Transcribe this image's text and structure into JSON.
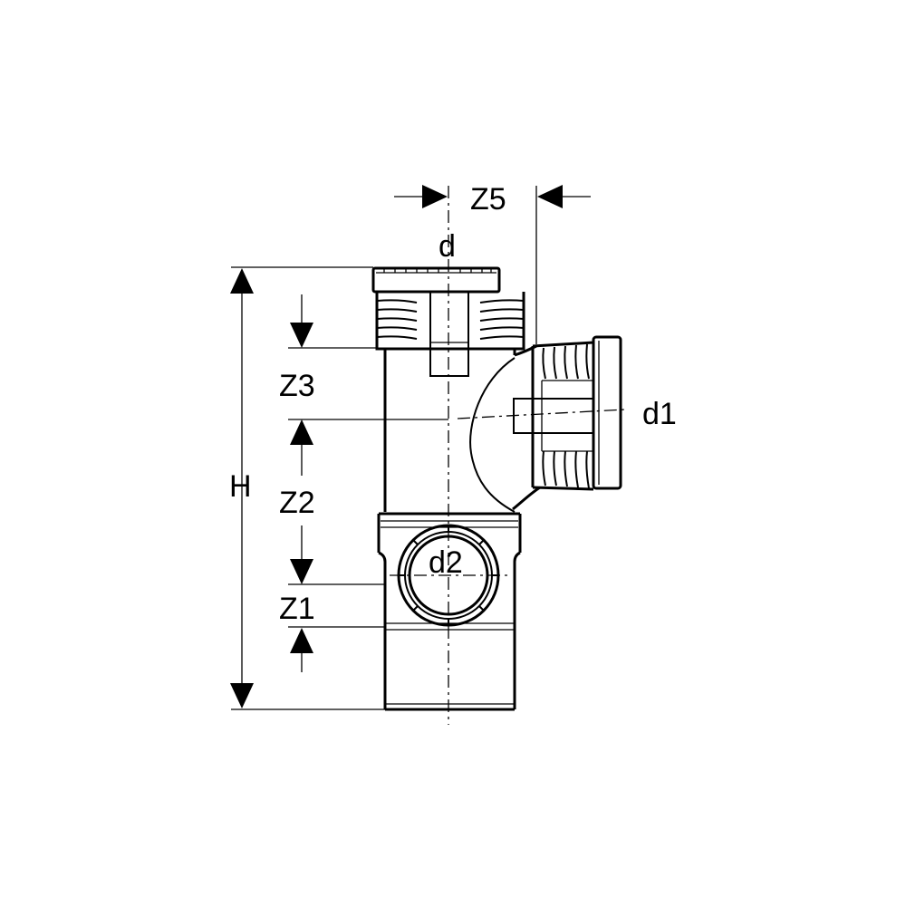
{
  "labels": {
    "z5": "Z5",
    "d": "d",
    "d1": "d1",
    "d2": "d2",
    "h": "H",
    "z3": "Z3",
    "z2": "Z2",
    "z1": "Z1"
  },
  "colors": {
    "line": "#000000",
    "background": "#ffffff"
  }
}
